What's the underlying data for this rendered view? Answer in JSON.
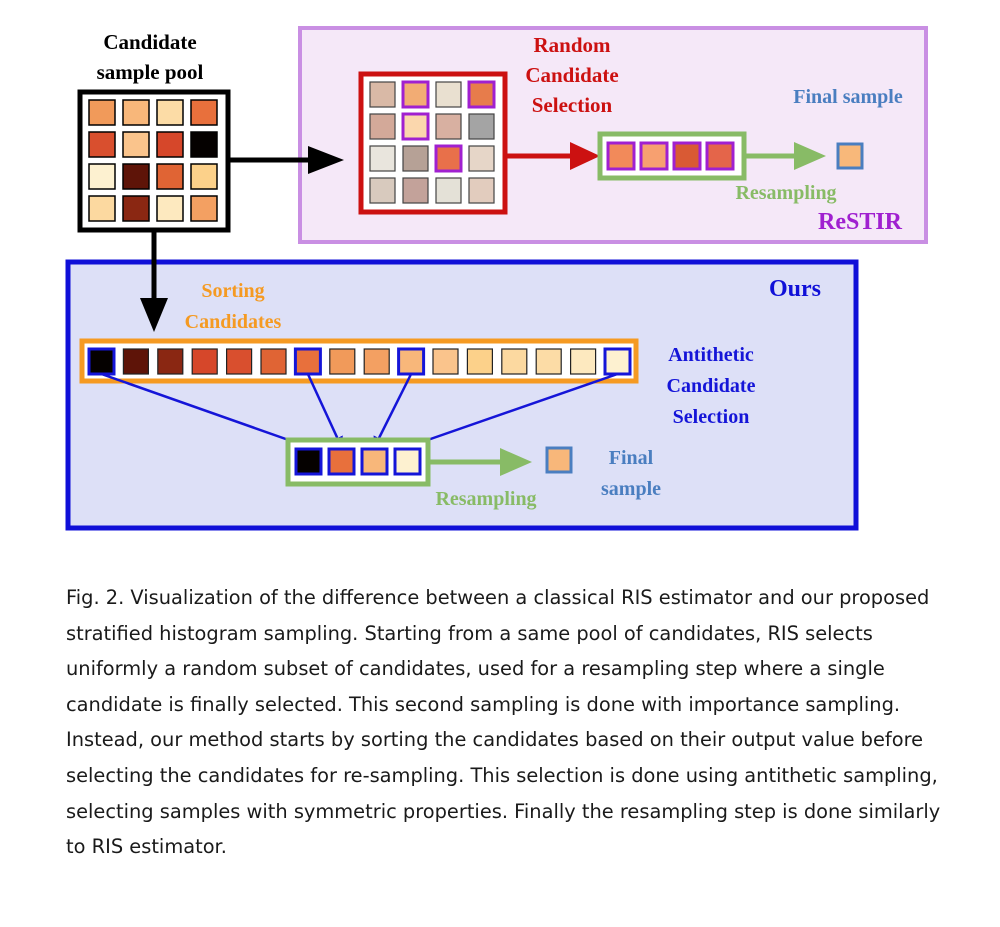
{
  "labels": {
    "pool_line1": "Candidate",
    "pool_line2": "sample pool",
    "random_line1": "Random",
    "random_line2": "Candidate",
    "random_line3": "Selection",
    "final_sample_top": "Final sample",
    "resampling_top": "Resampling",
    "restir": "ReSTIR",
    "ours": "Ours",
    "sorting_line1": "Sorting",
    "sorting_line2": "Candidates",
    "antithetic_line1": "Antithetic",
    "antithetic_line2": "Candidate",
    "antithetic_line3": "Selection",
    "resampling_bottom": "Resampling",
    "final_line1": "Final",
    "final_line2": "sample"
  },
  "caption": "Fig. 2.  Visualization of the difference between a classical RIS estimator and our proposed stratified histogram sampling. Starting from a same pool of candidates, RIS selects uniformly a random subset of candidates, used for a resampling step where a single candidate is finally selected. This second sampling is done with importance sampling. Instead, our method starts by sorting the candidates based on their output value before selecting the candidates for re-sampling. This selection is done using antithetic sampling, selecting samples with symmetric properties. Finally the resampling step is done similarly to RIS estimator.",
  "colors": {
    "restir_panel_fill": "#f5e8f8",
    "restir_panel_border": "#c98fe3",
    "ours_panel_fill": "#dde0f7",
    "ours_panel_border": "#1010d8",
    "random_red": "#cc1111",
    "resampling_green": "#88bb66",
    "final_blue": "#4a7ec0",
    "sort_orange": "#f59a22",
    "select_purple": "#a020d0",
    "antithetic_blue": "#1515d8"
  },
  "pool_grid": [
    [
      "#f19a5a",
      "#f8b77a",
      "#fcdca6",
      "#e8703c"
    ],
    [
      "#d94f2e",
      "#fac48c",
      "#d6472a",
      "#050100"
    ],
    [
      "#fdf1d0",
      "#5e1408",
      "#e06434",
      "#fcd18a"
    ],
    [
      "#fcd9a0",
      "#8a2712",
      "#fde9bf",
      "#f3a062"
    ]
  ],
  "random_grid": [
    [
      "#d9b9a6",
      "#f2ac74",
      "#e9e0d0",
      "#e77c4b"
    ],
    [
      "#d3a999",
      "#fbd7ad",
      "#d8b0a1",
      "#a4a4a4"
    ],
    [
      "#e9e5dd",
      "#b6a196",
      "#e8704a",
      "#e6d6c8"
    ],
    [
      "#d8cabe",
      "#c3a29a",
      "#e4e1d7",
      "#e2ccbe"
    ]
  ],
  "random_selected": [
    [
      0,
      1
    ],
    [
      0,
      3
    ],
    [
      1,
      1
    ],
    [
      2,
      2
    ]
  ],
  "restir_resample": [
    "#f28a5a",
    "#f7a070",
    "#d95a34",
    "#e4654a"
  ],
  "final_top_color": "#f8b87a",
  "sorted": [
    "#050100",
    "#5e1408",
    "#8a2712",
    "#d6472a",
    "#d94f2e",
    "#e06434",
    "#e8703c",
    "#f19a5a",
    "#f3a062",
    "#f8b77a",
    "#fac48c",
    "#fcd18a",
    "#fcd9a0",
    "#fcdca6",
    "#fde9bf",
    "#fdf1d0"
  ],
  "sorted_selected": [
    0,
    6,
    9,
    15
  ],
  "ours_resample": [
    "#050100",
    "#e8703c",
    "#f8b77a",
    "#fdf1d0"
  ],
  "final_bottom_color": "#f8b77a"
}
